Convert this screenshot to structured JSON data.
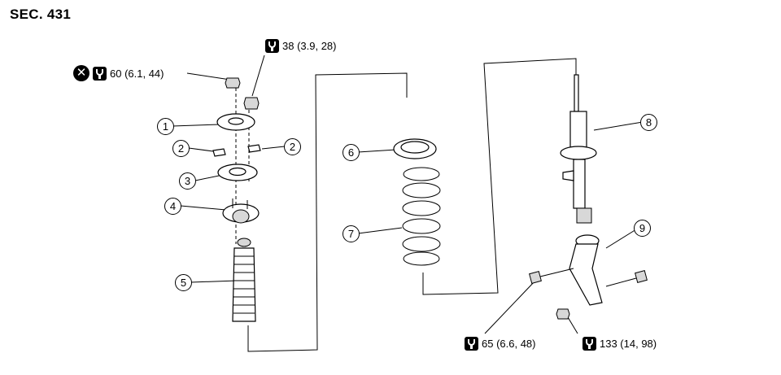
{
  "section": "SEC. 431",
  "callouts": [
    "1",
    "2",
    "2",
    "3",
    "4",
    "5",
    "6",
    "7",
    "8",
    "9"
  ],
  "torques": {
    "t60": "60 (6.1, 44)",
    "t38": "38 (3.9, 28)",
    "t65": "65 (6.6, 48)",
    "t133": "133 (14, 98)"
  },
  "icons": {
    "torque": "torque-wrench-icon",
    "no_reuse": "do-not-reuse-icon"
  }
}
